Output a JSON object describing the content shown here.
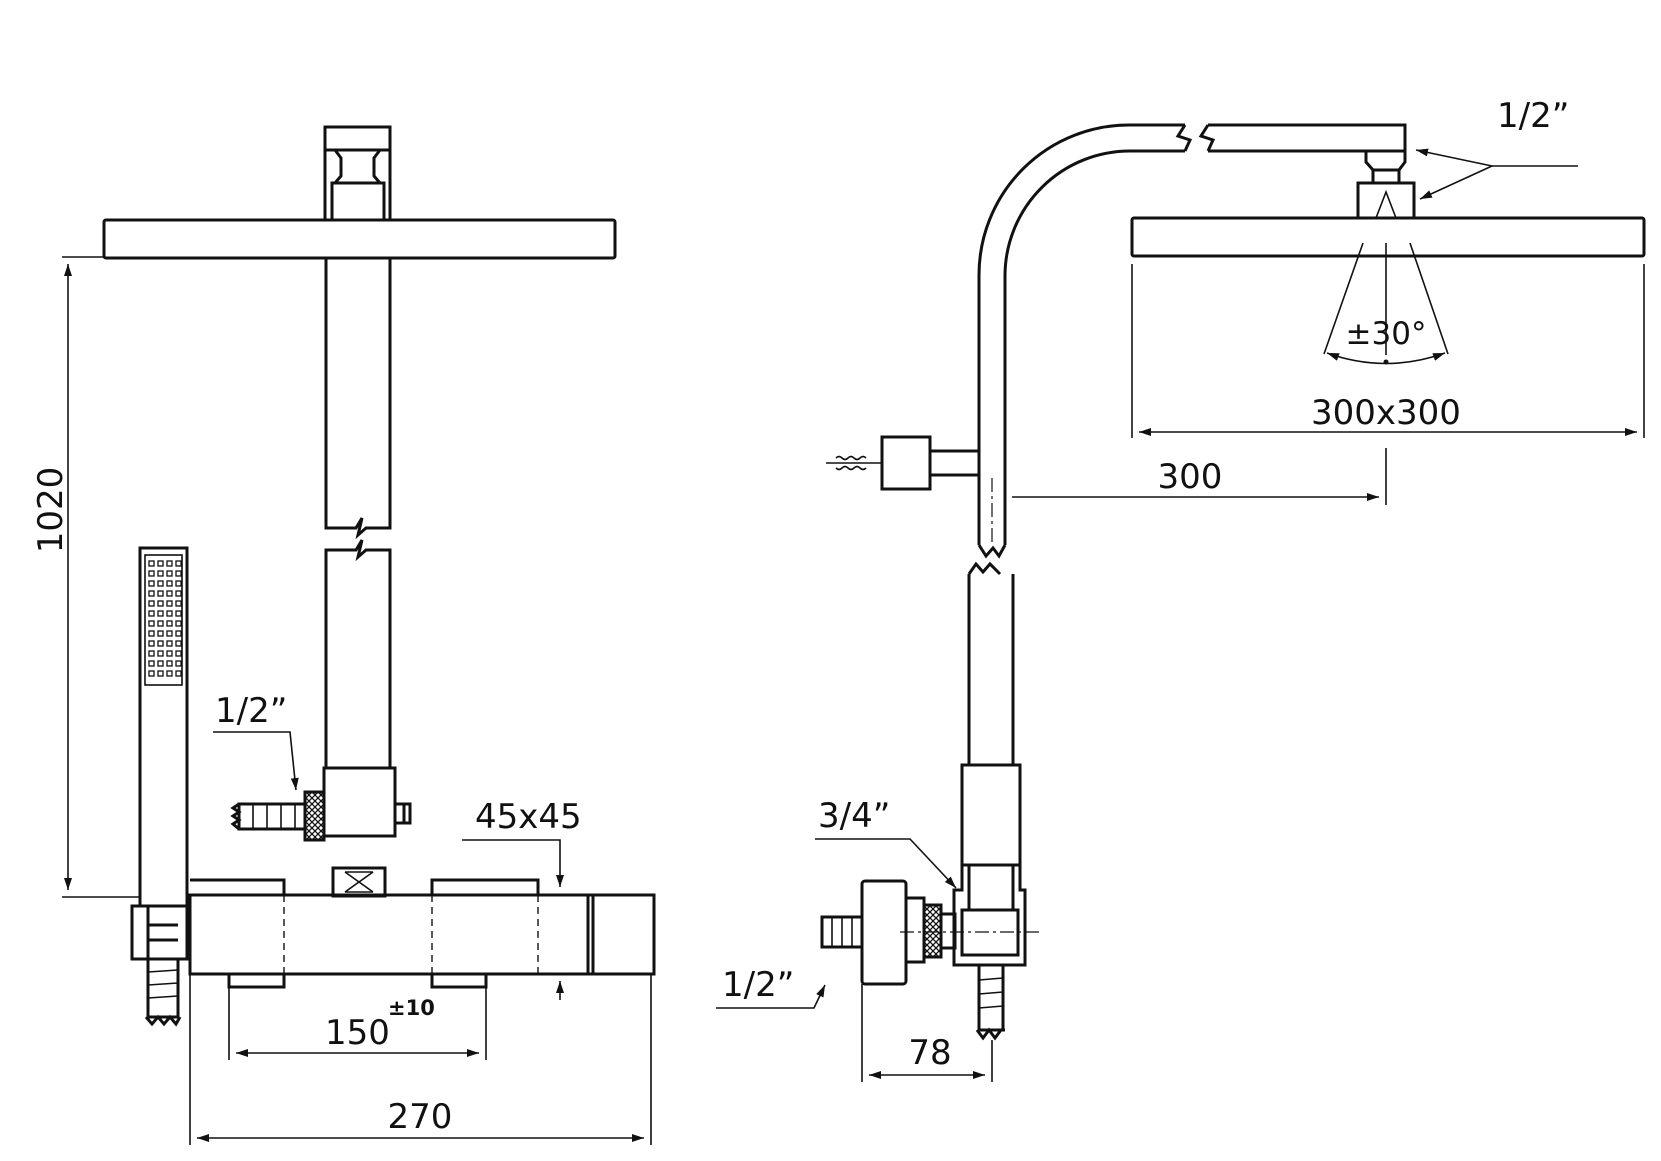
{
  "diagram": {
    "front_view": {
      "dim_height": "1020",
      "dim_inlet": "1/2”",
      "dim_section": "45x45",
      "dim_center_distance": "150",
      "dim_center_tolerance": "±10",
      "dim_width": "270"
    },
    "side_view": {
      "dim_head_connection": "1/2”",
      "dim_tilt": "±30°",
      "dim_head_size": "300x300",
      "dim_arm_reach": "300",
      "dim_inlet": "3/4”",
      "dim_outlet": "1/2”",
      "dim_depth": "78"
    }
  }
}
